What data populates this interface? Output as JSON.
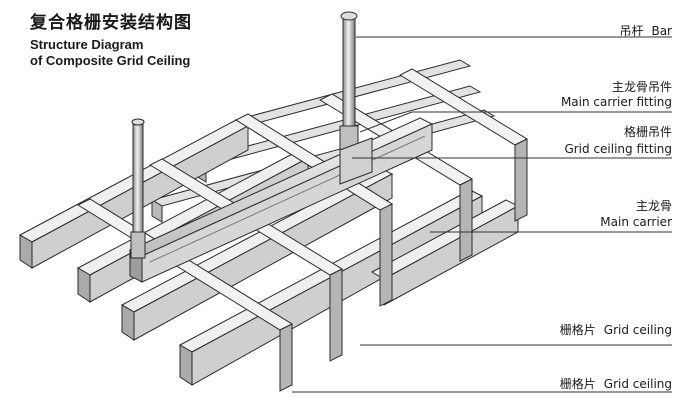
{
  "title": {
    "cn": "复合格栅安装结构图",
    "en_line1": "Structure Diagram",
    "en_line2": "of Composite Grid Ceiling"
  },
  "labels": {
    "bar": {
      "cn": "吊杆",
      "en": "Bar"
    },
    "main_carrier_fitting": {
      "cn": "主龙骨吊件",
      "en": "Main carrier fitting"
    },
    "grid_ceiling_fitting": {
      "cn": "格栅吊件",
      "en": "Grid ceiling fitting"
    },
    "main_carrier": {
      "cn": "主龙骨",
      "en": "Main carrier"
    },
    "grid_ceiling_1": {
      "cn": "栅格片",
      "en": "Grid ceiling"
    },
    "grid_ceiling_2": {
      "cn": "栅格片",
      "en": "Grid ceiling"
    }
  },
  "colors": {
    "line": "#2b2b2b",
    "metal_light": "#eeeeee",
    "metal_mid": "#c9c9c9",
    "metal_dark": "#9a9a9a"
  }
}
